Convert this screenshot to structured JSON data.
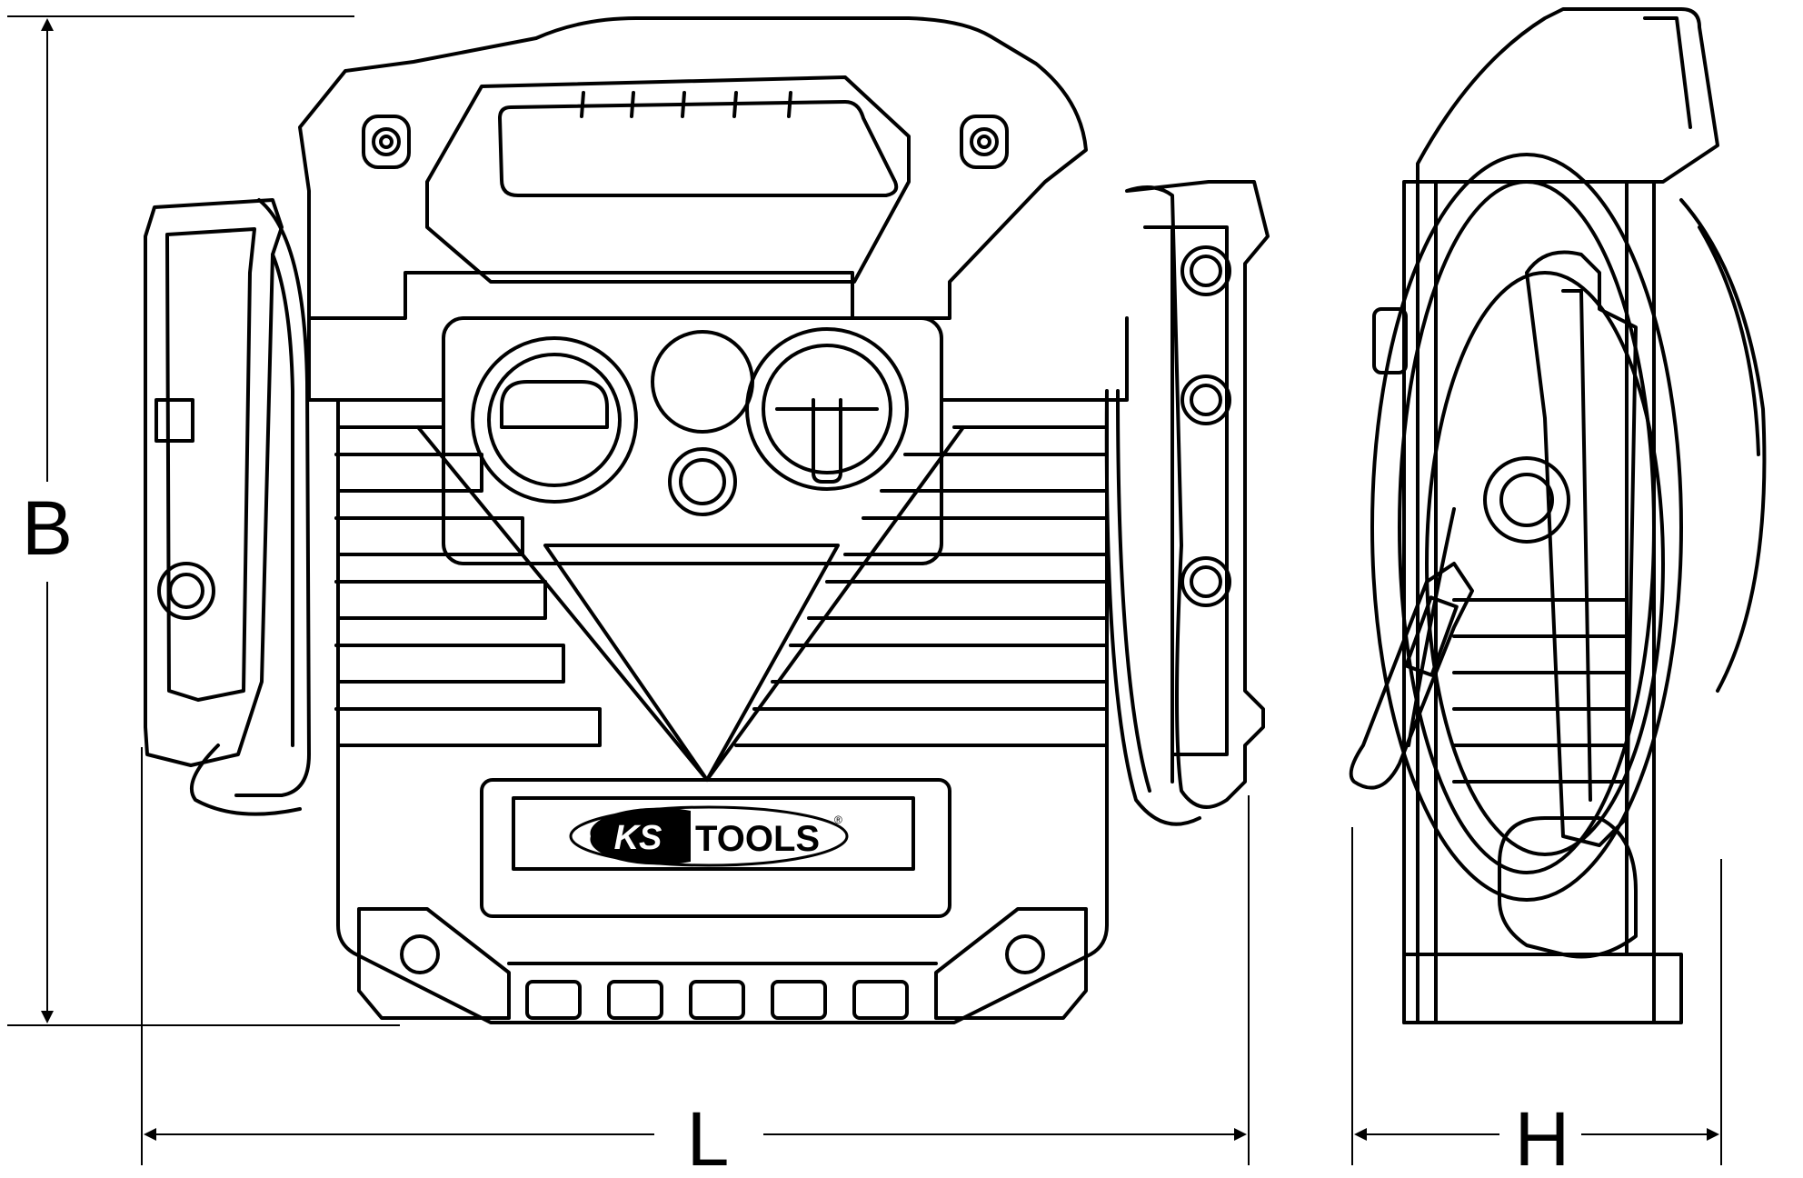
{
  "dimensions": {
    "height_label": "B",
    "length_label": "L",
    "width_label": "H"
  },
  "logo": {
    "ks": "KS",
    "tools": "TOOLS",
    "registered": "®"
  },
  "colors": {
    "line": "#000000",
    "background": "#ffffff"
  }
}
